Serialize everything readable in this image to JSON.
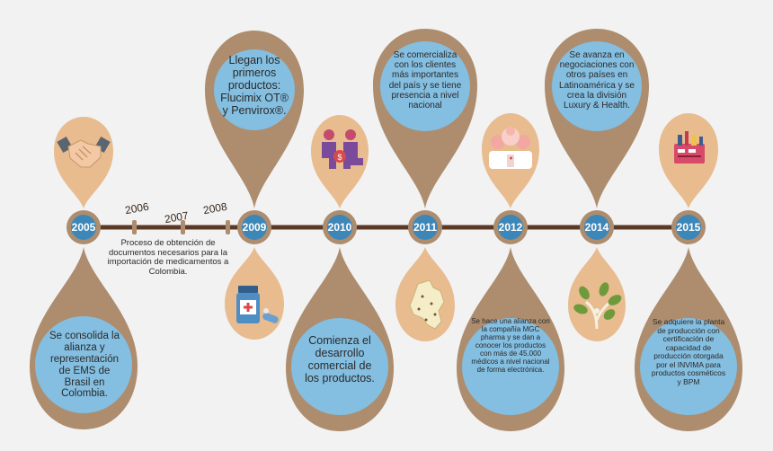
{
  "colors": {
    "background": "#f2f2f2",
    "timeline": "#5a3a26",
    "bronze": "#ad8d6e",
    "light_pin": "#e8bc8f",
    "blue": "#84bee0",
    "year_fill": "#3d87b8"
  },
  "timeline": {
    "years": [
      "2005",
      "2009",
      "2010",
      "2011",
      "2012",
      "2014",
      "2015"
    ],
    "minor_years": [
      "2006",
      "2007",
      "2008"
    ],
    "note": "Proceso de obtención de documentos necesarios para la importación de medicamentos a Colombia."
  },
  "events": {
    "e2005": "Se consolida la alianza y representación de EMS de Brasil en Colombia.",
    "e2009": "Llegan los primeros productos: Flucimix OT® y Penvirox®.",
    "e2010": "Comienza el desarrollo comercial de los productos.",
    "e2011": "Se comercializa con los clientes más importantes del país y se tiene presencia a nivel nacional",
    "e2012": "Se hace una alianza con la compañía MGC pharma y se dan a conocer los productos con más de 45.000 médicos a nivel nacional de forma electrónica.",
    "e2014": "Se avanza en negociaciones con otros países en Latinoamérica y se crea la división Luxury & Health.",
    "e2015": "Se adquiere la planta de producción con certificación de capacidad de producción otorgada por el INVIMA para productos cosméticos y BPM"
  },
  "icons": [
    "handshake-icon",
    "medicine-bottle-icon",
    "partners-icon",
    "colombia-map-icon",
    "doctors-icon",
    "plant-icon",
    "cosmetics-icon"
  ]
}
